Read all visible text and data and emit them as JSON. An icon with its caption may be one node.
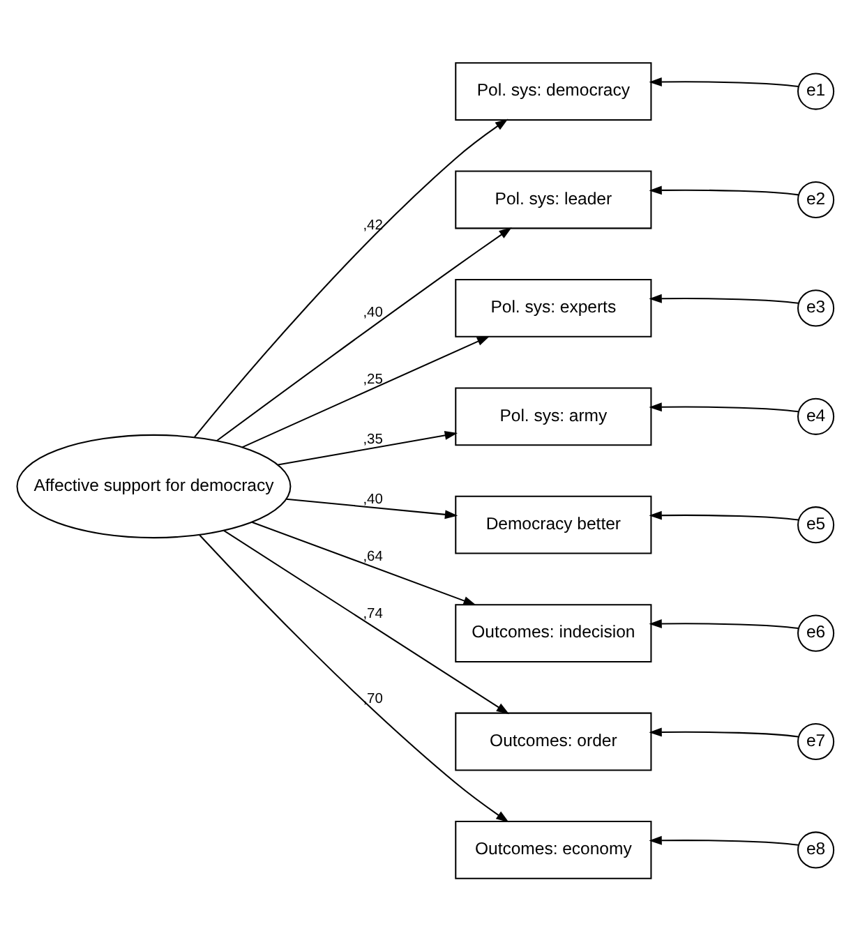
{
  "diagram": {
    "nodes": [
      {
        "text": [
          "Affective support for democracy"
        ]
      },
      {
        "text": [
          "Pol. sys: democracy"
        ]
      },
      {
        "text": [
          "Pol. sys: leader"
        ]
      },
      {
        "text": [
          "Pol. sys: experts"
        ]
      },
      {
        "text": [
          "Pol. sys: army"
        ]
      },
      {
        "text": [
          "Democracy better"
        ]
      },
      {
        "text": [
          "Outcomes: indecision"
        ]
      },
      {
        "text": [
          "Outcomes: order"
        ]
      },
      {
        "text": [
          "Outcomes: economy"
        ]
      },
      {
        "text": [
          "e1"
        ]
      },
      {
        "text": [
          "e2"
        ]
      },
      {
        "text": [
          "e3"
        ]
      },
      {
        "text": [
          "e4"
        ]
      },
      {
        "text": [
          "e5"
        ]
      },
      {
        "text": [
          "e6"
        ]
      },
      {
        "text": [
          "e7"
        ]
      },
      {
        "text": [
          "e8"
        ]
      }
    ],
    "edges": [
      {
        "from": 0,
        "to": 1,
        "arrow": "to",
        "label": ",42"
      },
      {
        "from": 0,
        "to": 2,
        "arrow": "to",
        "label": ",40"
      },
      {
        "from": 0,
        "to": 3,
        "arrow": "to",
        "label": ",25"
      },
      {
        "from": 0,
        "to": 4,
        "arrow": "to",
        "label": ",35"
      },
      {
        "from": 0,
        "to": 5,
        "arrow": "to",
        "label": ",40"
      },
      {
        "from": 0,
        "to": 6,
        "arrow": "to",
        "label": ",64"
      },
      {
        "from": 0,
        "to": 7,
        "arrow": "to",
        "label": ",74"
      },
      {
        "from": 0,
        "to": 8,
        "arrow": "to",
        "label": ",70"
      },
      {
        "from": 9,
        "to": 1,
        "arrow": "to"
      },
      {
        "from": 10,
        "to": 2,
        "arrow": "to"
      },
      {
        "from": 11,
        "to": 3,
        "arrow": "to"
      },
      {
        "from": 12,
        "to": 4,
        "arrow": "to"
      },
      {
        "from": 13,
        "to": 5,
        "arrow": "to"
      },
      {
        "from": 14,
        "to": 6,
        "arrow": "to"
      },
      {
        "from": 15,
        "to": 7,
        "arrow": "to"
      },
      {
        "from": 16,
        "to": 8,
        "arrow": "to"
      }
    ]
  }
}
